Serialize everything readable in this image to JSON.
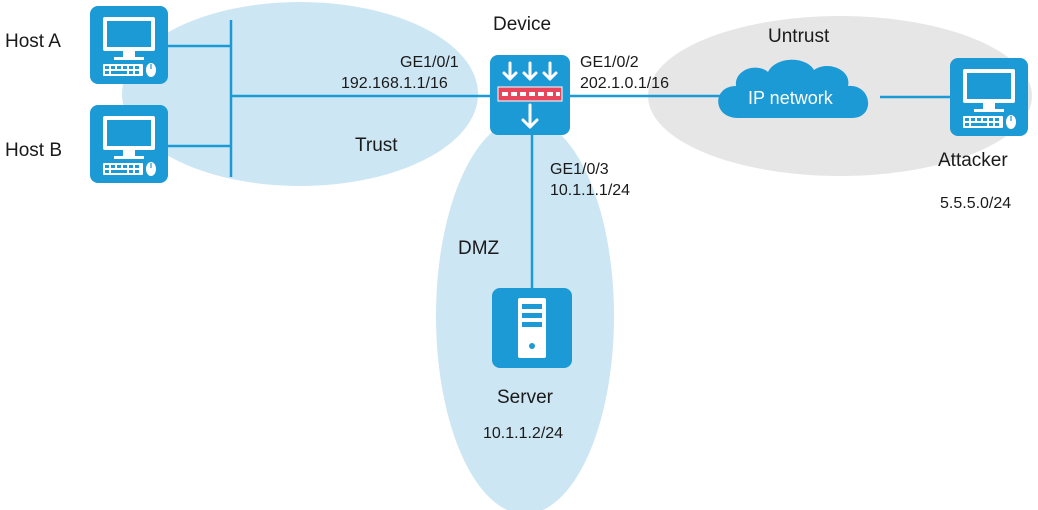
{
  "nodes": {
    "host_a": {
      "label": "Host A"
    },
    "host_b": {
      "label": "Host B"
    },
    "device": {
      "label": "Device"
    },
    "attacker": {
      "label": "Attacker",
      "subnet": "5.5.5.0/24"
    },
    "server": {
      "label": "Server",
      "ip": "10.1.1.2/24"
    },
    "cloud": {
      "label": "IP network"
    }
  },
  "interfaces": {
    "ge1": {
      "name": "GE1/0/1",
      "ip": "192.168.1.1/16"
    },
    "ge2": {
      "name": "GE1/0/2",
      "ip": "202.1.0.1/16"
    },
    "ge3": {
      "name": "GE1/0/3",
      "ip": "10.1.1.1/24"
    }
  },
  "zones": {
    "trust": "Trust",
    "untrust": "Untrust",
    "dmz": "DMZ"
  },
  "colors": {
    "trust_zone": "#cde6f3",
    "dmz_zone": "#cde6f3",
    "untrust_zone": "#e6e6e6",
    "icon_blue": "#1c9ad6",
    "link_blue": "#1c9ad6",
    "device_port_red": "#e8455b"
  },
  "icons": {
    "host": "desktop-computer-icon",
    "device": "firewall-icon",
    "server": "server-icon",
    "cloud": "cloud-icon"
  }
}
